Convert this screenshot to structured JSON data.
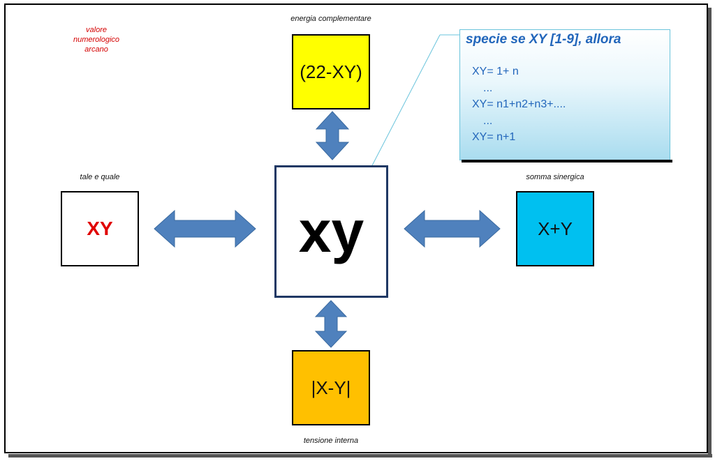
{
  "note_red": [
    "valore",
    "numerologico",
    "arcano"
  ],
  "labels": {
    "top": "energia complementare",
    "left": "tale e quale",
    "right": "somma sinergica",
    "bottom": "tensione interna"
  },
  "boxes": {
    "top": "(22-XY)",
    "left": "XY",
    "center": "xy",
    "right": "X+Y",
    "bottom": "|X-Y|"
  },
  "callout": {
    "title": "specie se XY [1-9], allora",
    "lines": [
      "XY= 1+ n",
      "...",
      "XY=  n1+n2+n3+....",
      "...",
      "XY= n+1"
    ]
  },
  "colors": {
    "top_box": "#ffff00",
    "right_box": "#00c0f0",
    "bottom_box": "#ffc000",
    "arrow": "#4f81bd",
    "left_text": "#e00000",
    "callout_text": "#2266bb"
  }
}
